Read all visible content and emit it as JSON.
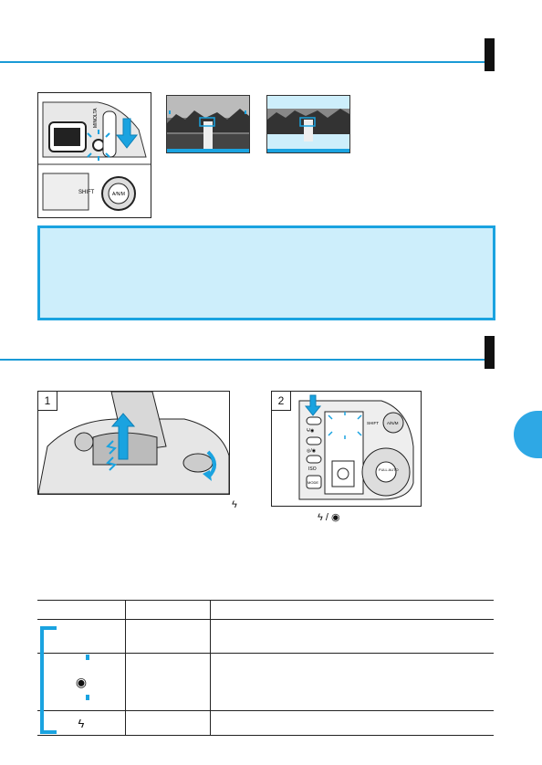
{
  "section1": {
    "heading": ""
  },
  "section2": {
    "heading": ""
  },
  "fig_top": {
    "camera_labels": {
      "brand": "MINOLTA",
      "shift": "SHIFT",
      "dial": "A/N/M"
    }
  },
  "fig_step1": {
    "number": "1",
    "caption": "ϟ"
  },
  "fig_step2": {
    "number": "2",
    "caption": "ϟ / ◉",
    "panel_labels": {
      "shift": "SHIFT",
      "dial": "A/N/M",
      "btn_flash": "ϟ/◉",
      "btn_mode": "◎/◉",
      "btn_iso": "ISO",
      "btn_drive": "MODE",
      "full_auto": "FULL AUTO"
    }
  },
  "table": {
    "rows": [
      {
        "symbol": "",
        "mode": "",
        "desc": ""
      },
      {
        "symbol": "◉",
        "mode": "",
        "desc": ""
      },
      {
        "symbol": "ϟ",
        "mode": "",
        "desc": ""
      }
    ]
  },
  "colors": {
    "accent": "#1aa3e0",
    "info_bg": "#cdeefb"
  },
  "icons": {
    "red_eye": "eye-icon",
    "flash": "flash-icon"
  }
}
